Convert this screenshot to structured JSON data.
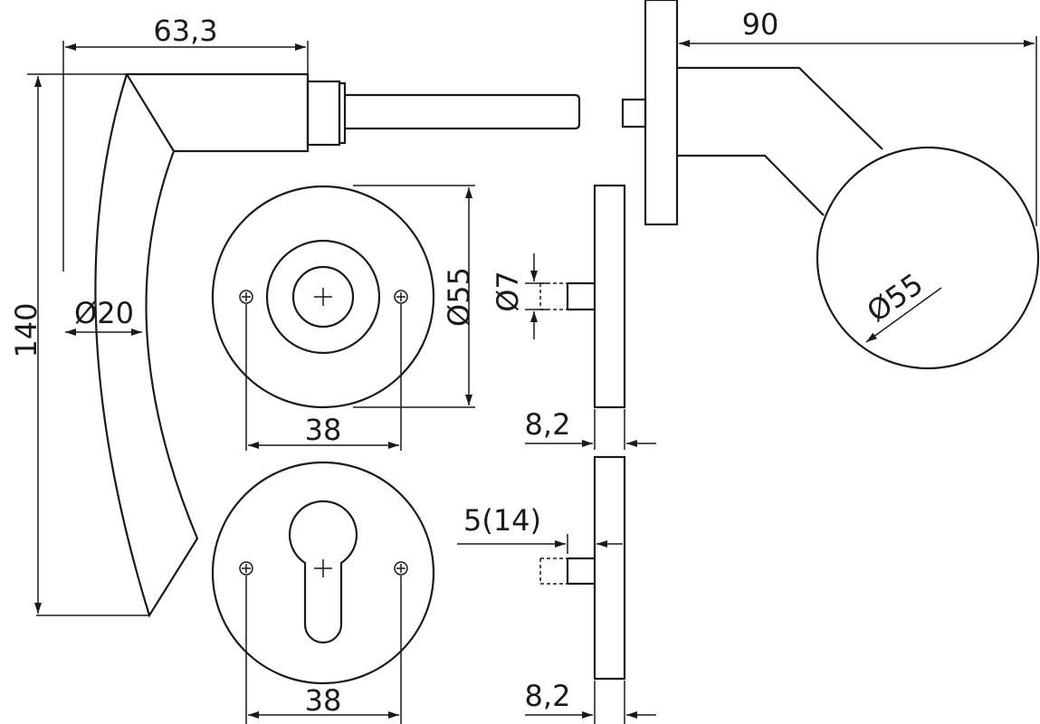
{
  "dimensions": {
    "lever_length": "63,3",
    "lever_height": "140",
    "grip_diameter": "Ø20",
    "rose_diameter": "Ø55",
    "spindle_diameter": "Ø7",
    "screw_spacing_top": "38",
    "rose_thickness_top": "8,2",
    "cylinder_offset": "5(14)",
    "screw_spacing_bottom": "38",
    "rose_thickness_bottom": "8,2",
    "knob_projection": "90",
    "knob_diameter": "Ø55"
  }
}
